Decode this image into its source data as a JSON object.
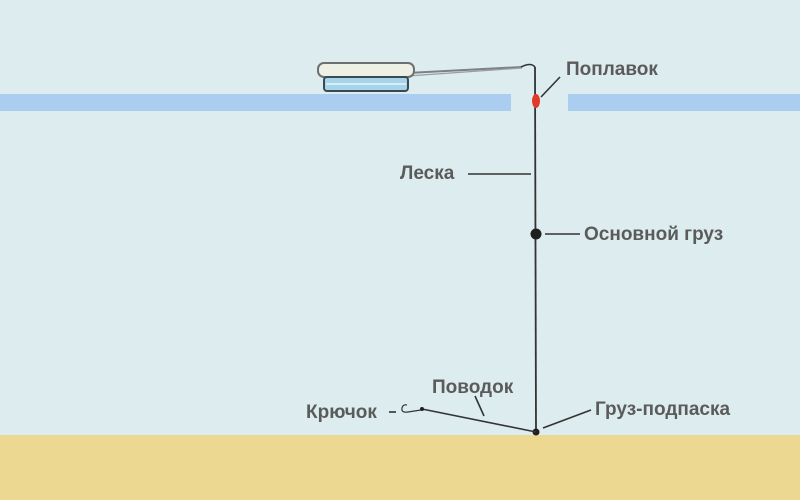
{
  "labels": {
    "float": "Поплавок",
    "line": "Леска",
    "main_weight": "Основной груз",
    "leader": "Поводок",
    "hook": "Крючок",
    "bottom_weight": "Груз-подпаска"
  },
  "colors": {
    "water": "#dcecef",
    "ice": "#aacdf0",
    "bottom": "#ecd890",
    "line": "#333333",
    "float": "#e23a2a",
    "weight": "#1f1f1f",
    "label_text": "#5b5b5b",
    "rod_metal": "#8a8e90",
    "rod_reel": "#a8d4ea"
  },
  "icons": {
    "rod": "winter-fishing-rod-icon",
    "hook": "fishing-hook-icon"
  }
}
